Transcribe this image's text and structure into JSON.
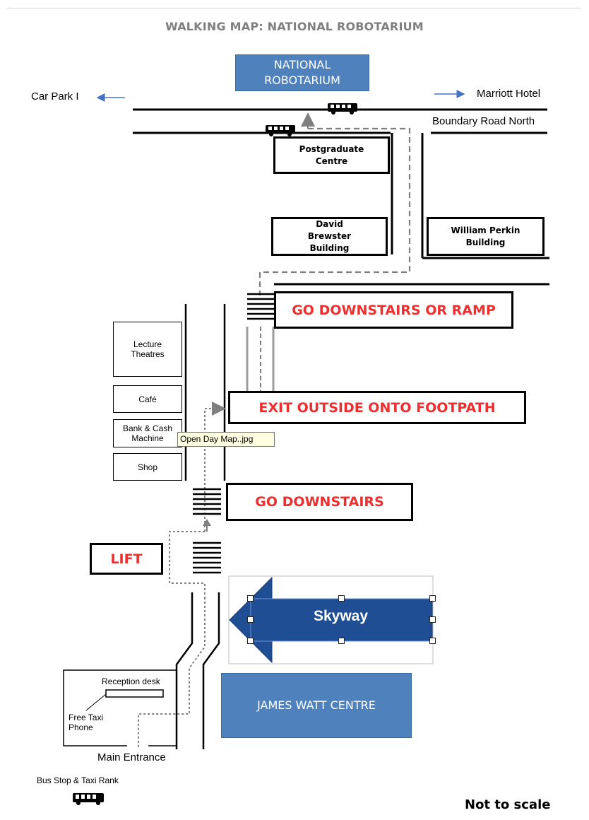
{
  "title": "WALKING MAP: NATIONAL ROBOTARIUM",
  "national_robotarium": "NATIONAL ROBOTARIUM",
  "car_park": "Car Park I",
  "marriott": "Marriott Hotel",
  "boundary_road": "Boundary Road North",
  "buildings": {
    "postgraduate": "Postgraduate Centre",
    "david_brewster": "David Brewster Building",
    "william_perkin": "William Perkin Building"
  },
  "side_rooms": {
    "lecture": "Lecture Theatres",
    "cafe": "Café",
    "bank": "Bank & Cash Machine",
    "shop": "Shop"
  },
  "instructions": {
    "downstairs_ramp": "GO DOWNSTAIRS OR RAMP",
    "exit_outside": "EXIT OUTSIDE ONTO FOOTPATH",
    "go_downstairs": "GO DOWNSTAIRS",
    "lift": "LIFT"
  },
  "tooltip": "Open Day Map..jpg",
  "skyway": "Skyway",
  "james_watt": "JAMES WATT CENTRE",
  "reception_desk": "Reception desk",
  "free_taxi_phone": "Free Taxi Phone",
  "main_entrance": "Main Entrance",
  "bus_stop": "Bus Stop & Taxi Rank",
  "not_to_scale": "Not to scale",
  "colors": {
    "blue_box": "#4f81bd",
    "skyway_arrow": "#1f4e94",
    "red_text": "#ee2f2f",
    "tooltip_bg": "#ffffe1"
  },
  "icons": [
    "bus-icon",
    "arrow-left-icon",
    "arrow-right-icon",
    "stairs-icon",
    "up-arrow-icon"
  ]
}
